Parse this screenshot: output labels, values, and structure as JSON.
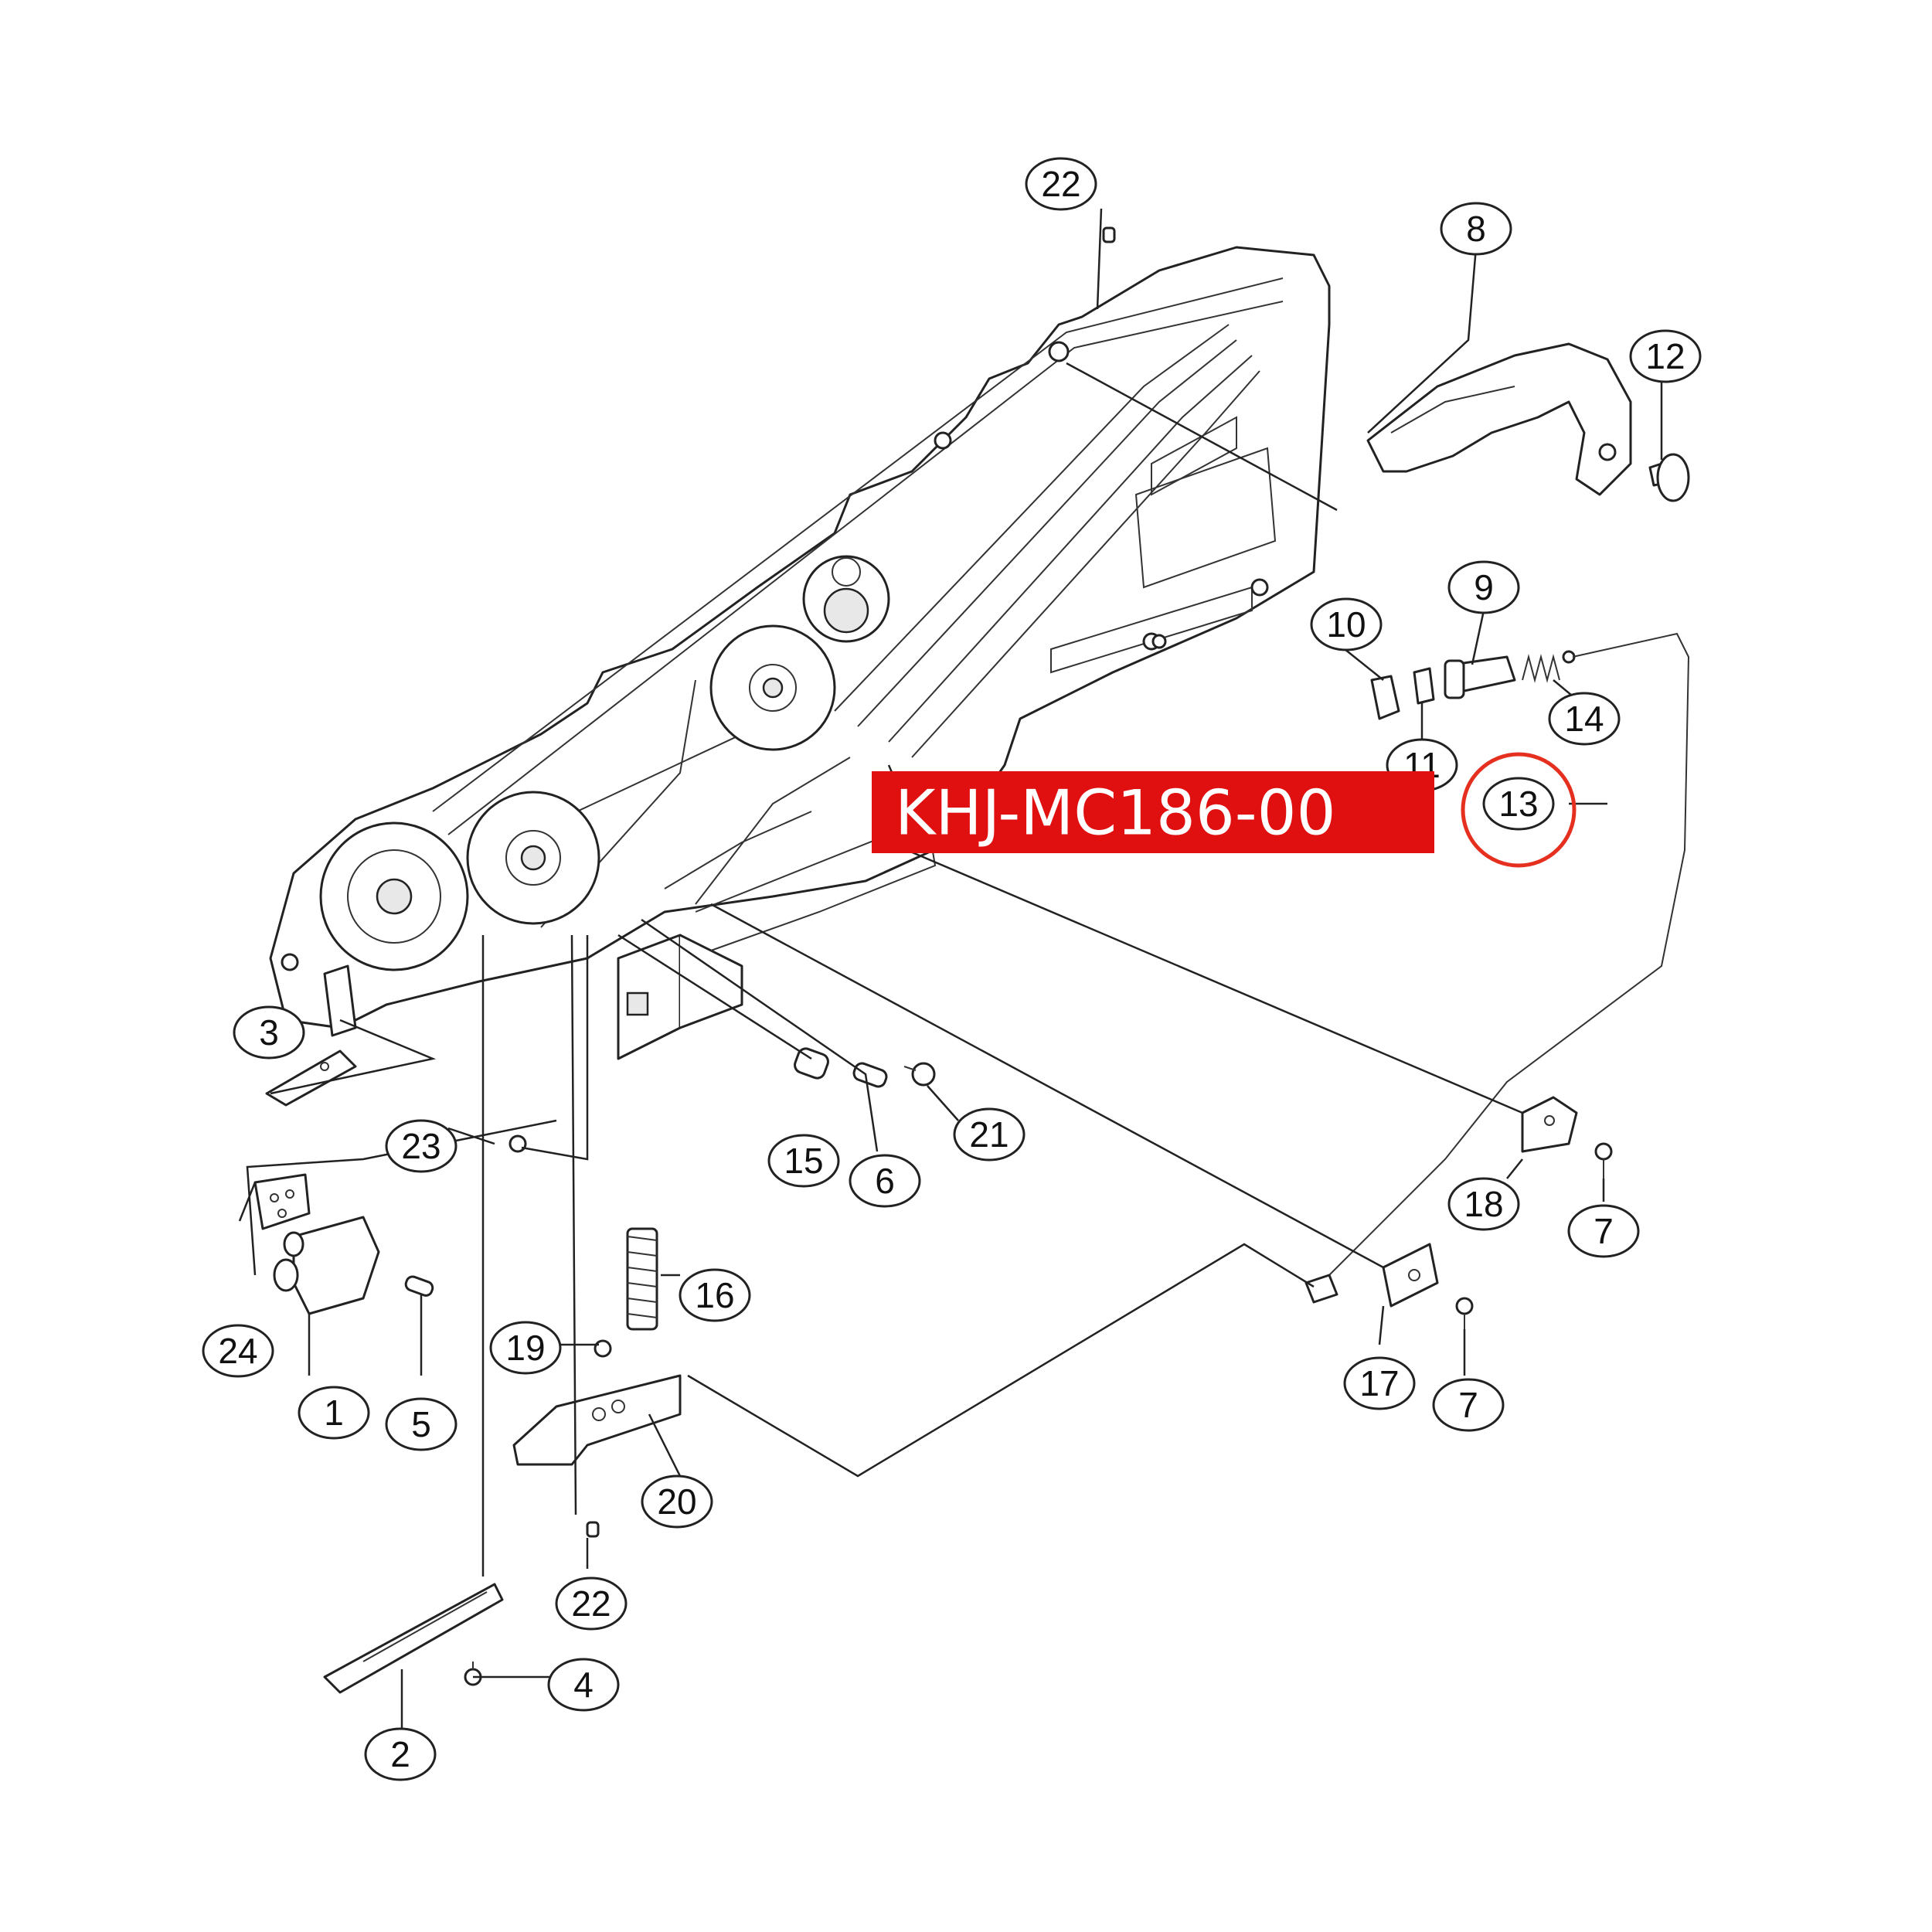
{
  "identifier": "KHJ-MC186-00",
  "highlight_color": "#e53020",
  "label_color": "#e01010",
  "callouts": [
    {
      "label": "1"
    },
    {
      "label": "2"
    },
    {
      "label": "3"
    },
    {
      "label": "4"
    },
    {
      "label": "5"
    },
    {
      "label": "6"
    },
    {
      "label": "7"
    },
    {
      "label": "7"
    },
    {
      "label": "8"
    },
    {
      "label": "9"
    },
    {
      "label": "10"
    },
    {
      "label": "11"
    },
    {
      "label": "12"
    },
    {
      "label": "13"
    },
    {
      "label": "14"
    },
    {
      "label": "15"
    },
    {
      "label": "16"
    },
    {
      "label": "17"
    },
    {
      "label": "18"
    },
    {
      "label": "19"
    },
    {
      "label": "20"
    },
    {
      "label": "21"
    },
    {
      "label": "22"
    },
    {
      "label": "22"
    },
    {
      "label": "23"
    },
    {
      "label": "24"
    }
  ],
  "highlighted_callout": "13"
}
